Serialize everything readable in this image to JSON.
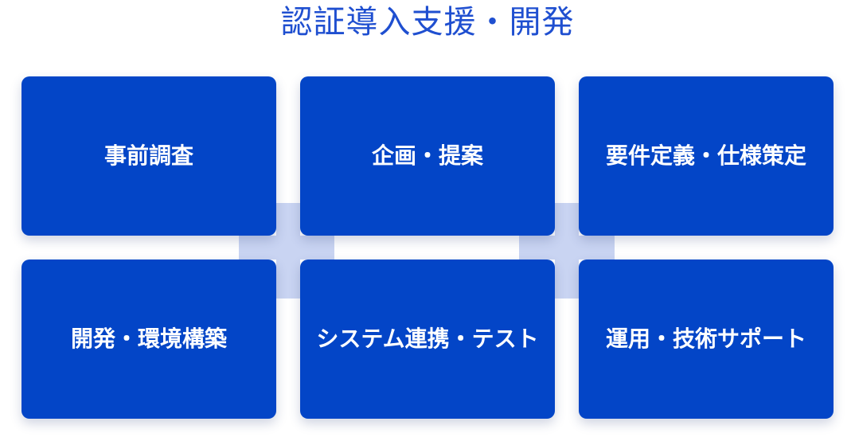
{
  "title": "認証導入支援・開発",
  "cards": [
    {
      "label": "事前調査"
    },
    {
      "label": "企画・提案"
    },
    {
      "label": "要件定義・仕様策定"
    },
    {
      "label": "開発・環境構築"
    },
    {
      "label": "システム連携・テスト"
    },
    {
      "label": "運用・技術サポート"
    }
  ],
  "colors": {
    "title": "#1f4fd0",
    "card": "#0345c7",
    "card_text": "#ffffff",
    "connector": "#c9d4f2",
    "background": "#ffffff"
  }
}
